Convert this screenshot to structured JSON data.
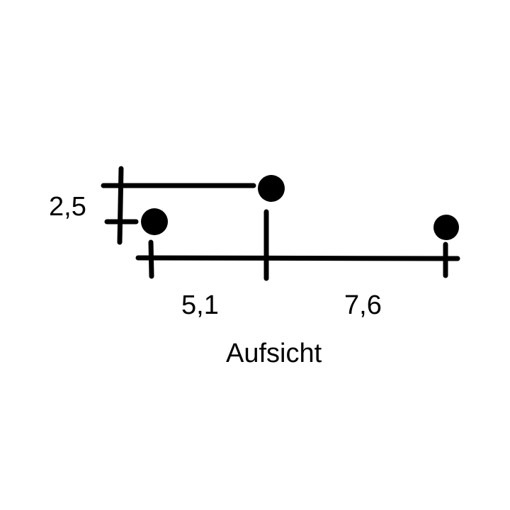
{
  "diagram": {
    "title": "Aufsicht",
    "type": "dimensioned plan view",
    "colors": {
      "ink": "#000000",
      "background": "#ffffff"
    },
    "points": [
      {
        "id": "p1",
        "label": "left point"
      },
      {
        "id": "p2",
        "label": "middle point"
      },
      {
        "id": "p3",
        "label": "right point"
      }
    ],
    "dimensions": {
      "vertical_offset": "2,5",
      "horizontal_left": "5,1",
      "horizontal_right": "7,6"
    }
  }
}
